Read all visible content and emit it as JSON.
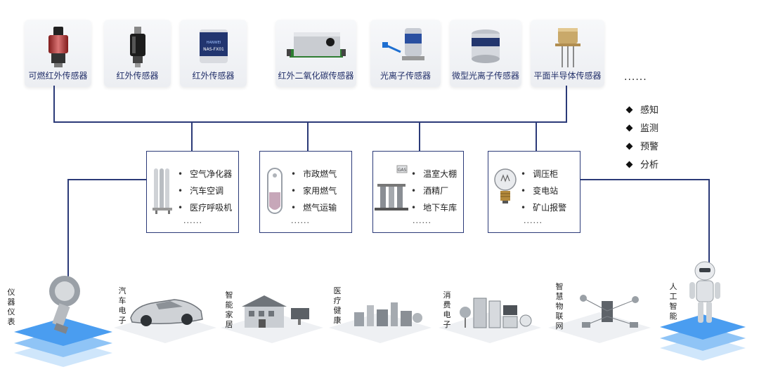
{
  "sensors": [
    {
      "label": "可燃红外传感器",
      "icon": "infrared-sensor-red-icon"
    },
    {
      "label": "红外传感器",
      "icon": "infrared-sensor-black-icon"
    },
    {
      "label": "红外传感器",
      "icon": "gas-sensor-cylinder-icon",
      "print": "NAS-FX01"
    },
    {
      "label": "红外二氧化碳传感器",
      "icon": "co2-module-icon"
    },
    {
      "label": "光离子传感器",
      "icon": "pid-sensor-icon"
    },
    {
      "label": "微型光离子传感器",
      "icon": "mini-pid-sensor-icon"
    },
    {
      "label": "平面半导体传感器",
      "icon": "semiconductor-sensor-icon"
    }
  ],
  "sensors_more": "......",
  "features": [
    "感知",
    "监测",
    "预警",
    "分析"
  ],
  "applications": [
    {
      "items": [
        "空气净化器",
        "汽车空调",
        "医疗呼吸机"
      ],
      "more": "......",
      "icon": "radiator-icon"
    },
    {
      "items": [
        "市政燃气",
        "家用燃气",
        "燃气运输"
      ],
      "more": "......",
      "icon": "gas-tube-icon"
    },
    {
      "items": [
        "温室大棚",
        "酒精厂",
        "地下车库"
      ],
      "more": "......",
      "icon": "gas-station-icon",
      "icon_text": "GAS"
    },
    {
      "items": [
        "调压柜",
        "变电站",
        "矿山报警"
      ],
      "more": "......",
      "icon": "lightbulb-icon"
    }
  ],
  "industries": [
    {
      "label": "仪器仪表",
      "icon": "gas-detector-icon"
    },
    {
      "label": "汽车电子",
      "icon": "car-icon"
    },
    {
      "label": "智能家居",
      "icon": "smart-home-icon"
    },
    {
      "label": "医疗健康",
      "icon": "medical-icon"
    },
    {
      "label": "消费电子",
      "icon": "appliances-icon"
    },
    {
      "label": "智慧物联网",
      "icon": "iot-icon"
    },
    {
      "label": "人工智能",
      "icon": "robot-icon"
    }
  ],
  "colors": {
    "line": "#2b3a78",
    "platform_blue": "#4a9df0",
    "platform_gray": "#e9ecf1"
  }
}
